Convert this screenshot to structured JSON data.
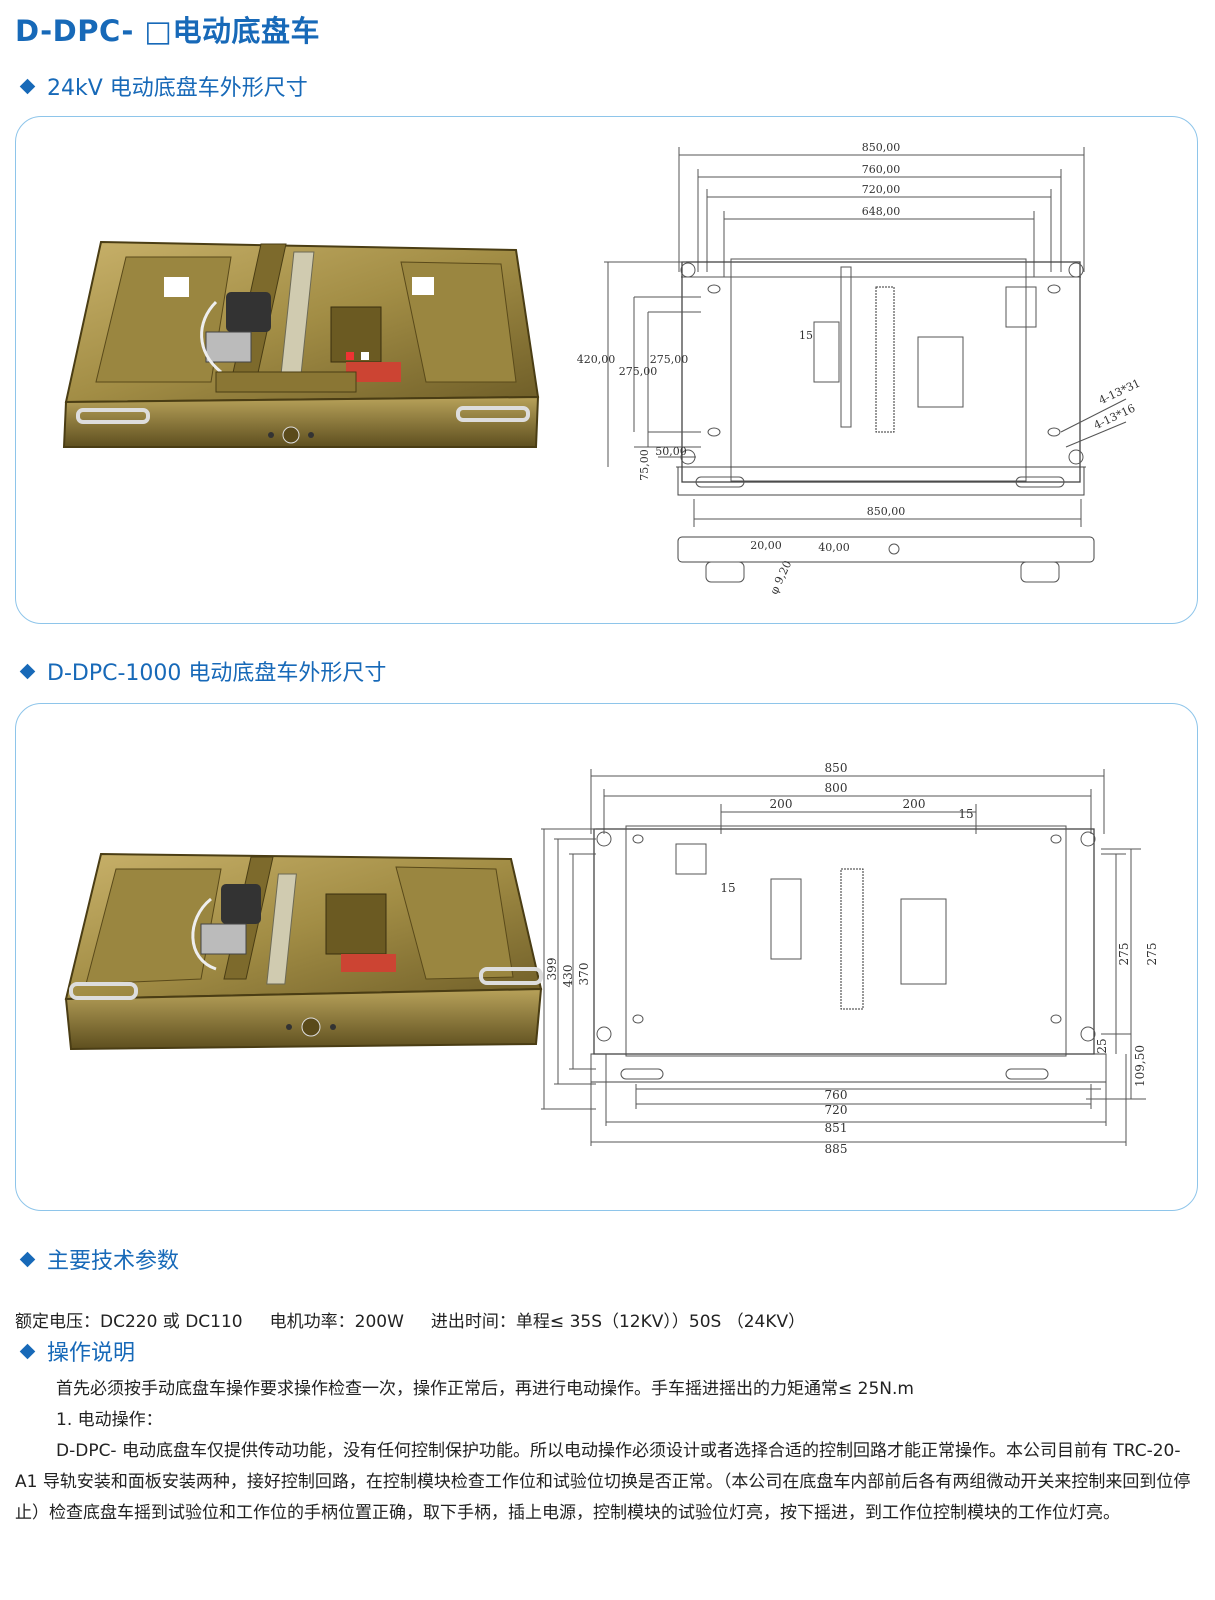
{
  "page_title": "D-DPC- □电动底盘车",
  "section1": {
    "heading": "24kV 电动底盘车外形尺寸",
    "dims": {
      "top_850": "850,00",
      "top_760": "760,00",
      "top_720": "720,00",
      "top_648": "648,00",
      "left_420": "420,00",
      "left_275a": "275,00",
      "left_275b": "275,00",
      "left_75": "75,00",
      "left_50": "50,00",
      "inner_15": "15",
      "hole_a": "4-13*31",
      "hole_b": "4-13*16",
      "bottom_850": "850,00",
      "side_20": "20,00",
      "side_40": "40,00",
      "side_phi": "φ 9,20"
    }
  },
  "section2": {
    "heading": "D-DPC-1000 电动底盘车外形尺寸",
    "dims": {
      "top_850": "850",
      "top_800": "800",
      "top_200a": "200",
      "top_200b": "200",
      "top_15": "15",
      "inner_15": "15",
      "left_399": "399",
      "left_430": "430",
      "left_370": "370",
      "right_275a": "275",
      "right_275b": "275",
      "right_25": "25",
      "right_109": "109,50",
      "bottom_760": "760",
      "bottom_720": "720",
      "bottom_851": "851",
      "bottom_885": "885"
    }
  },
  "section3": {
    "heading": "主要技术参数",
    "params": "额定电压：DC220 或 DC110     电机功率：200W     进出时间：单程≤ 35S（12KV））50S （24KV）"
  },
  "section4": {
    "heading": "操作说明",
    "para1": "首先必须按手动底盘车操作要求操作检查一次，操作正常后，再进行电动操作。手车摇进摇出的力矩通常≤ 25N.m",
    "para2": "1. 电动操作：",
    "para3": "D-DPC- 电动底盘车仅提供传动功能，没有任何控制保护功能。所以电动操作必须设计或者选择合适的控制回路才能正常操作。本公司目前有 TRC-20-A1 导轨安装和面板安装两种，接好控制回路，在控制模块检查工作位和试验位切换是否正常。（本公司在底盘车内部前后各有两组微动开关来控制来回到位停止）检查底盘车摇到试验位和工作位的手柄位置正确，取下手柄，插上电源，控制模块的试验位灯亮，按下摇进，到工作位控制模块的工作位灯亮。"
  }
}
